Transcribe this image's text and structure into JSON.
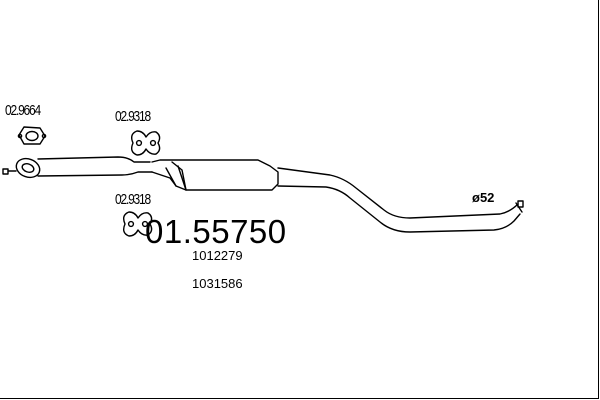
{
  "diagram": {
    "main_part_number": "01.55750",
    "reference_numbers": [
      "1012279",
      "1031586"
    ],
    "pipe_diameter_label": "ø52",
    "fittings": [
      {
        "code": "02.9664",
        "type": "flange-gasket"
      },
      {
        "code": "02.9318",
        "type": "rubber-hanger"
      },
      {
        "code": "02.9318",
        "type": "rubber-hanger"
      }
    ],
    "colors": {
      "line": "#000000",
      "background": "#ffffff"
    }
  }
}
